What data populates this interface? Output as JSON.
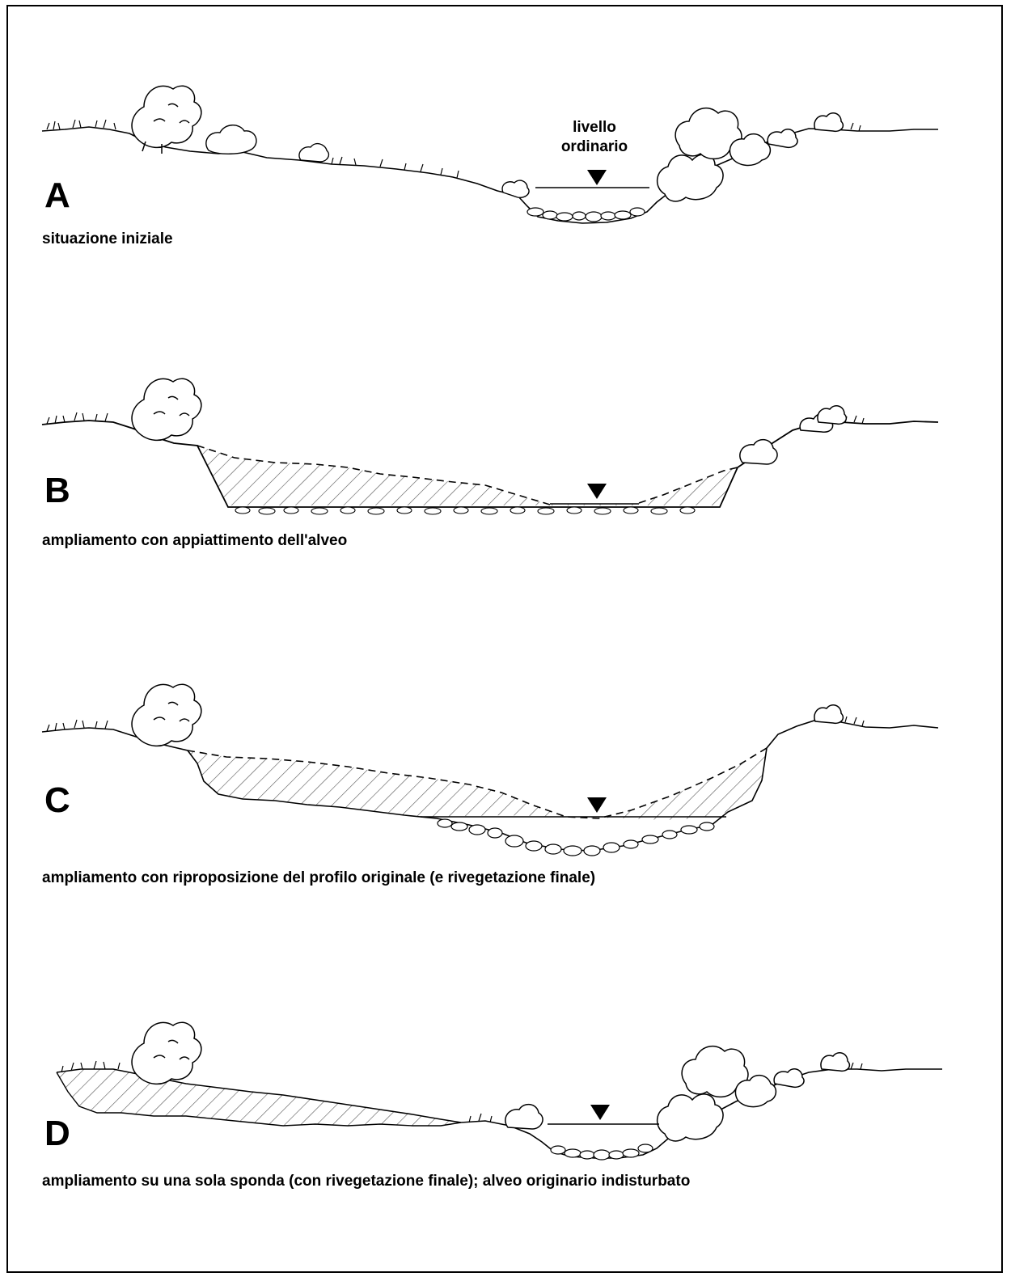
{
  "level_label_line1": "livello",
  "level_label_line2": "ordinario",
  "panels": [
    {
      "letter": "A",
      "caption": "situazione iniziale"
    },
    {
      "letter": "B",
      "caption": "ampliamento con appiattimento dell'alveo"
    },
    {
      "letter": "C",
      "caption": "ampliamento con riproposizione del profilo originale (e rivegetazione finale)"
    },
    {
      "letter": "D",
      "caption": "ampliamento su una sola sponda (con rivegetazione finale); alveo originario indisturbato"
    }
  ],
  "colors": {
    "line": "#000000",
    "hatch": "#555555",
    "background": "#ffffff"
  },
  "icons": [
    "water-level-triangle-icon",
    "shrub-icon",
    "tree-icon",
    "grass-icon",
    "stone-icon"
  ]
}
